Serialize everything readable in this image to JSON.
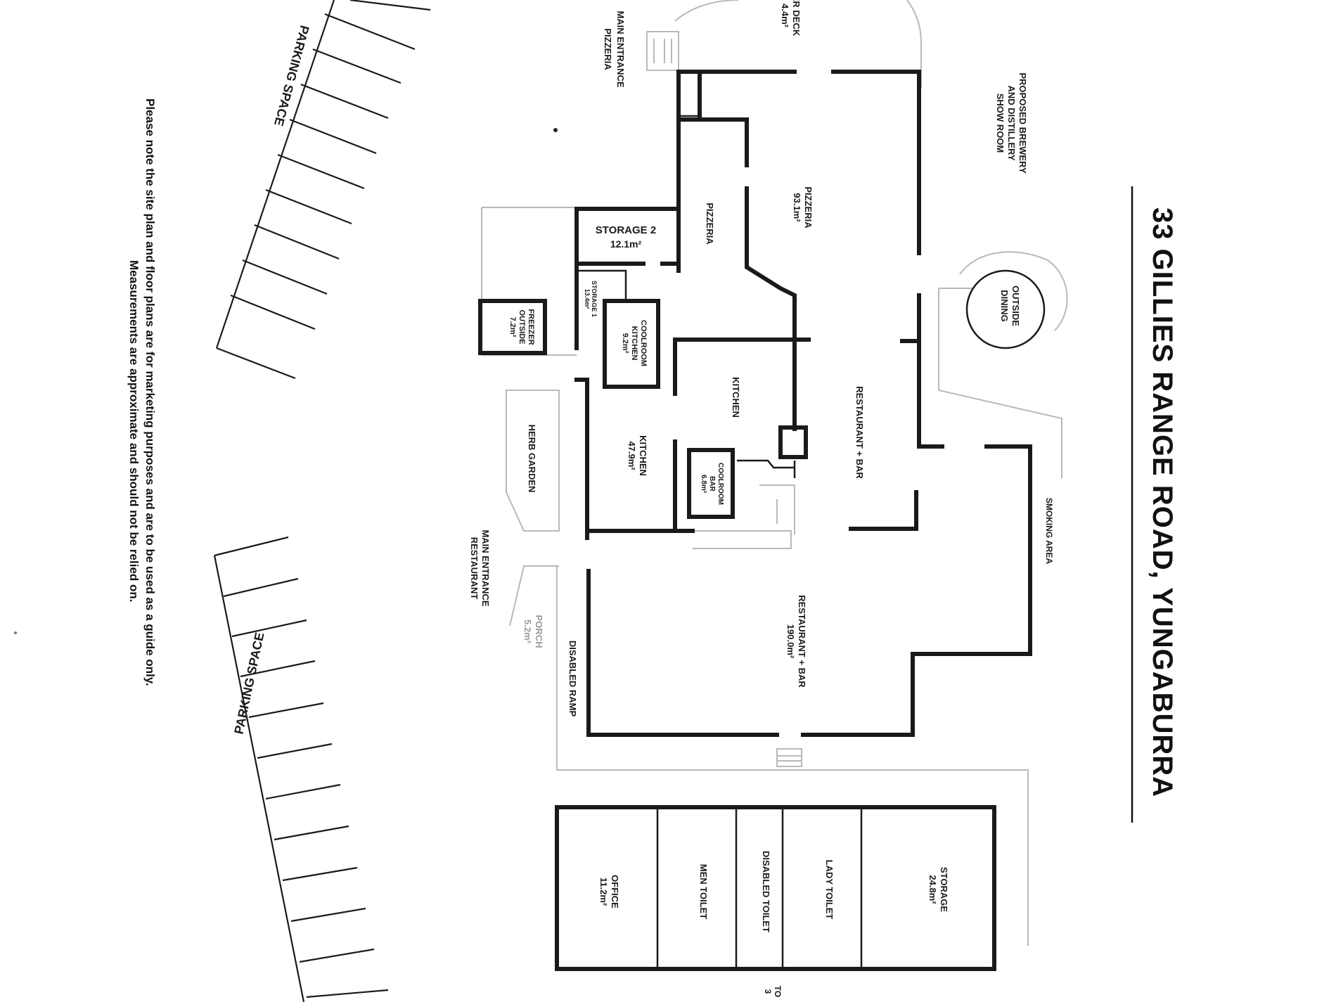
{
  "title": "33 GILLIES RANGE ROAD, YUNGABURRA",
  "disclaimer": {
    "line1": "Please note the site plan and floor plans are for marketing purposes and are to be used as a guide only.",
    "line2": "Measurements are approximate and should not be relied on."
  },
  "parking": {
    "upper": "PARKING SPACE",
    "lower": "PARKING SPACE"
  },
  "labels": {
    "main_entrance_pizzeria_1": "MAIN ENTRANCE",
    "main_entrance_pizzeria_2": "PIZZERIA",
    "upper_deck_1": "ER DECK",
    "upper_deck_2": "4.4m²",
    "brewery_1": "PROPOSED BREWERY",
    "brewery_2": "AND DISTILLERY",
    "brewery_3": "SHOW ROOM",
    "pizzeria_area_1": "PIZZERIA",
    "pizzeria_area_2": "93.1m²",
    "pizzeria": "PIZZERIA",
    "storage2_1": "STORAGE 2",
    "storage2_2": "12.1m²",
    "storage1_1": "STORAGE 1",
    "storage1_2": "13.4m²",
    "coolroom_kitchen_1": "COOLROOM",
    "coolroom_kitchen_2": "KITCHEN",
    "coolroom_kitchen_3": "9.2m²",
    "freezer_1": "FREEZER",
    "freezer_2": "OUTSIDE",
    "freezer_3": "7.2m²",
    "outside_dining_1": "OUTSIDE",
    "outside_dining_2": "DINING",
    "kitchen": "KITCHEN",
    "kitchen_area_1": "KITCHEN",
    "kitchen_area_2": "47.9m²",
    "restaurant_bar": "RESTAURANT + BAR",
    "coolroom_bar_1": "COOLROOM",
    "coolroom_bar_2": "BAR",
    "coolroom_bar_3": "6.8m²",
    "herb_garden": "HERB GARDEN",
    "smoking_area": "SMOKING AREA",
    "main_entrance_restaurant_1": "MAIN ENTRANCE",
    "main_entrance_restaurant_2": "RESTAURANT",
    "porch_1": "PORCH",
    "porch_2": "5.2m²",
    "disabled_ramp": "DISABLED RAMP",
    "restaurant_bar_area_1": "RESTAURANT + BAR",
    "restaurant_bar_area_2": "190.0m²",
    "office_1": "OFFICE",
    "office_2": "11.2m²",
    "men_toilet": "MEN TOILET",
    "disabled_toilet": "DISABLED TOILET",
    "lady_toilet": "LADY TOILET",
    "storage_1": "STORAGE",
    "storage_2": "24.8m²",
    "edge_1": "TO",
    "edge_2": "3"
  }
}
